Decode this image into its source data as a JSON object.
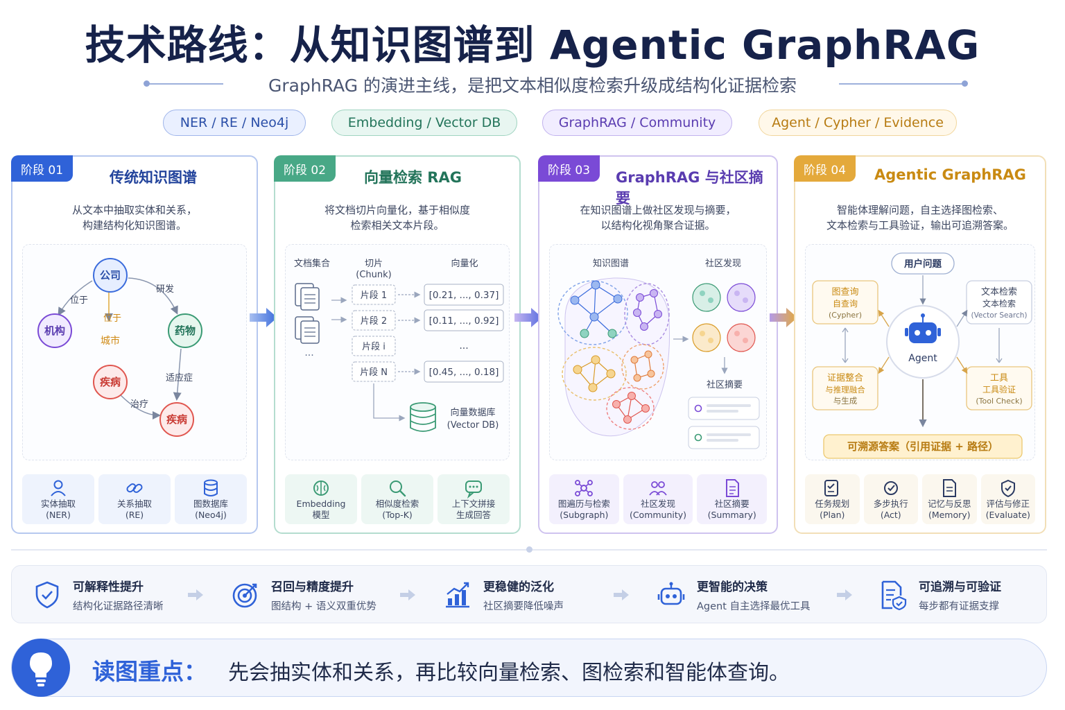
{
  "header": {
    "title": "技术路线：从知识图谱到 Agentic GraphRAG",
    "subtitle": "GraphRAG 的演进主线，是把文本相似度检索升级成结构化证据检索"
  },
  "pills": [
    "NER / RE / Neo4j",
    "Embedding / Vector DB",
    "GraphRAG / Community",
    "Agent / Cypher / Evidence"
  ],
  "colors": {
    "blue": "#2f62d8",
    "green": "#48a886",
    "purple": "#7a4ad6",
    "amber": "#e4a93b"
  },
  "stages": [
    {
      "badge": "阶段 01",
      "title": "传统知识图谱",
      "desc1": "从文本中抽取实体和关系，",
      "desc2": "构建结构化知识图谱。",
      "graph": {
        "nodes": [
          "公司",
          "机构",
          "药物",
          "城市",
          "疾病",
          "疾病"
        ],
        "edges": [
          "位于",
          "研发",
          "位于",
          "适应症",
          "治疗"
        ]
      },
      "footer": [
        {
          "icon": "user-icon",
          "l1": "实体抽取",
          "l2": "(NER)"
        },
        {
          "icon": "link-icon",
          "l1": "关系抽取",
          "l2": "(RE)"
        },
        {
          "icon": "database-icon",
          "l1": "图数据库",
          "l2": "(Neo4j)"
        }
      ]
    },
    {
      "badge": "阶段 02",
      "title": "向量检索 RAG",
      "desc1": "将文档切片向量化，基于相似度",
      "desc2": "检索相关文本片段。",
      "panel": {
        "col_docs": "文档集合",
        "col_chunk": "切片",
        "col_chunk_sub": "(Chunk)",
        "col_vec": "向量化",
        "chunks": [
          "片段 1",
          "片段 2",
          "片段 i",
          "片段 N"
        ],
        "vectors": [
          "[0.21, ..., 0.37]",
          "[0.11, ..., 0.92]",
          "...",
          "[0.45, ..., 0.18]"
        ],
        "ellipsis": "...",
        "db_label": "向量数据库",
        "db_sub": "(Vector DB)"
      },
      "footer": [
        {
          "icon": "brain-icon",
          "l1": "Embedding",
          "l2": "模型"
        },
        {
          "icon": "search-icon",
          "l1": "相似度检索",
          "l2": "(Top-K)"
        },
        {
          "icon": "chat-icon",
          "l1": "上下文拼接",
          "l2": "生成回答"
        }
      ]
    },
    {
      "badge": "阶段 03",
      "title": "GraphRAG 与社区摘要",
      "desc1": "在知识图谱上做社区发现与摘要，",
      "desc2": "以结构化视角聚合证据。",
      "panel": {
        "col_graph": "知识图谱",
        "col_comm": "社区发现",
        "summary_label": "社区摘要"
      },
      "footer": [
        {
          "icon": "subgraph-icon",
          "l1": "图遍历与检索",
          "l2": "(Subgraph)"
        },
        {
          "icon": "people-icon",
          "l1": "社区发现",
          "l2": "(Community)"
        },
        {
          "icon": "document-icon",
          "l1": "社区摘要",
          "l2": "(Summary)"
        }
      ]
    },
    {
      "badge": "阶段 04",
      "title": "Agentic GraphRAG",
      "desc1": "智能体理解问题，自主选择图检索、",
      "desc2": "文本检索与工具验证，输出可追溯答案。",
      "panel": {
        "question": "用户问题",
        "agent": "Agent",
        "tl": [
          "图查询",
          "自查询",
          "(Cypher)"
        ],
        "tr": [
          "文本检索",
          "文本检索",
          "(Vector Search)"
        ],
        "bl": [
          "证据整合",
          "与推理融合",
          "与生成"
        ],
        "br": [
          "工具",
          "工具验证",
          "(Tool Check)"
        ],
        "answer": "可溯源答案（引用证据 + 路径）"
      },
      "footer": [
        {
          "icon": "plan-icon",
          "l1": "任务规划",
          "l2": "(Plan)"
        },
        {
          "icon": "act-icon",
          "l1": "多步执行",
          "l2": "(Act)"
        },
        {
          "icon": "memory-icon",
          "l1": "记忆与反思",
          "l2": "(Memory)"
        },
        {
          "icon": "evaluate-icon",
          "l1": "评估与修正",
          "l2": "(Evaluate)"
        }
      ]
    }
  ],
  "benefits": [
    {
      "icon": "shield-check-icon",
      "title": "可解释性提升",
      "sub": "结构化证据路径清晰"
    },
    {
      "icon": "target-icon",
      "title": "召回与精度提升",
      "sub": "图结构 + 语义双重优势"
    },
    {
      "icon": "chart-up-icon",
      "title": "更稳健的泛化",
      "sub": "社区摘要降低噪声"
    },
    {
      "icon": "robot-icon",
      "title": "更智能的决策",
      "sub": "Agent 自主选择最优工具"
    },
    {
      "icon": "verified-doc-icon",
      "title": "可追溯与可验证",
      "sub": "每步都有证据支撑"
    }
  ],
  "note": {
    "icon": "lightbulb-icon",
    "lead": "读图重点：",
    "text": "先会抽实体和关系，再比较向量检索、图检索和智能体查询。"
  }
}
